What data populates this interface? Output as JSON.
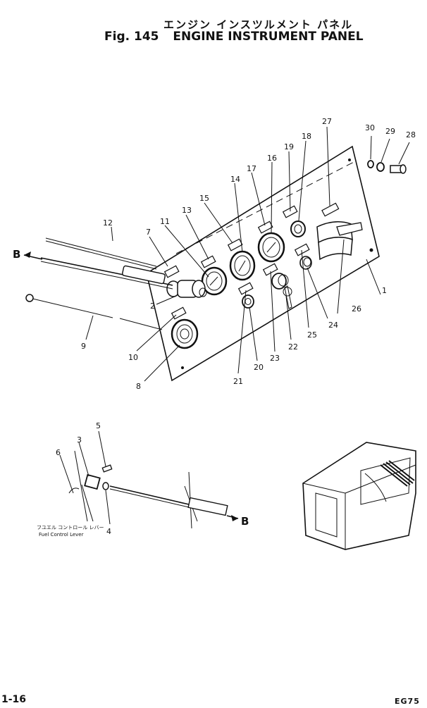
{
  "title": {
    "japanese": "エンジン インスツルメント パネル",
    "fig": "Fig. 145",
    "name": "ENGINE INSTRUMENT PANEL"
  },
  "page_number": "1-16",
  "code": "EG75",
  "fuel_lever": {
    "japanese": "フユエル コントロール レバー",
    "english": "Fuel Control Lever"
  },
  "arrow_label": "B",
  "labels": [
    "1",
    "2",
    "3",
    "4",
    "5",
    "6",
    "7",
    "8",
    "9",
    "10",
    "11",
    "12",
    "13",
    "14",
    "15",
    "16",
    "17",
    "18",
    "19",
    "20",
    "21",
    "22",
    "23",
    "24",
    "25",
    "26",
    "27",
    "28",
    "29",
    "30"
  ]
}
